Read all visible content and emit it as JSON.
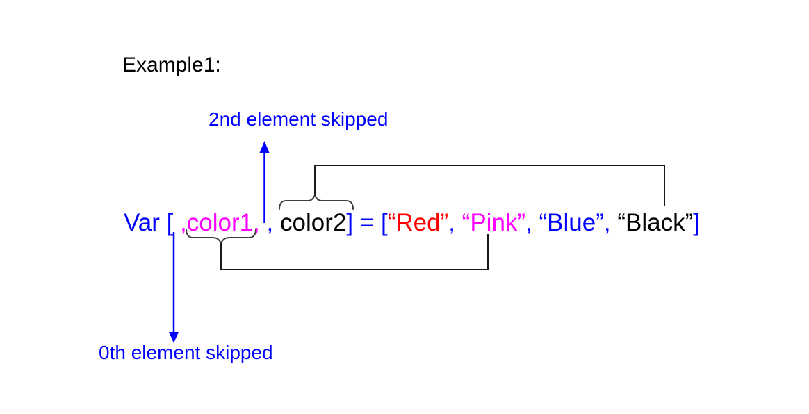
{
  "title": {
    "label": "Example1:"
  },
  "annotations": {
    "top_arrow_label": "2nd element skipped",
    "bottom_arrow_label": "0th element skipped"
  },
  "expression": {
    "segments": [
      {
        "text": "Var [",
        "color": "#0000ff"
      },
      {
        "text": " ,color1,",
        "color": "#ff00ff"
      },
      {
        "text": " , ",
        "color": "#0000ff"
      },
      {
        "text": "color2",
        "color": "#000000"
      },
      {
        "text": "] = [",
        "color": "#0000ff"
      },
      {
        "text": "“Red”",
        "color": "#ff0000"
      },
      {
        "text": ", ",
        "color": "#0000ff"
      },
      {
        "text": "“Pink”",
        "color": "#ff00ff"
      },
      {
        "text": ", ",
        "color": "#0000ff"
      },
      {
        "text": "“Blue”",
        "color": "#0000ff"
      },
      {
        "text": ", ",
        "color": "#0000ff"
      },
      {
        "text": "“Black”",
        "color": "#000000"
      },
      {
        "text": "]",
        "color": "#0000ff"
      }
    ]
  },
  "colors": {
    "accent_blue": "#0000ff",
    "accent_magenta": "#ff00ff",
    "accent_red": "#ff0000",
    "connector_line": "#1a1a1a",
    "brace": "#3d3d3d"
  }
}
